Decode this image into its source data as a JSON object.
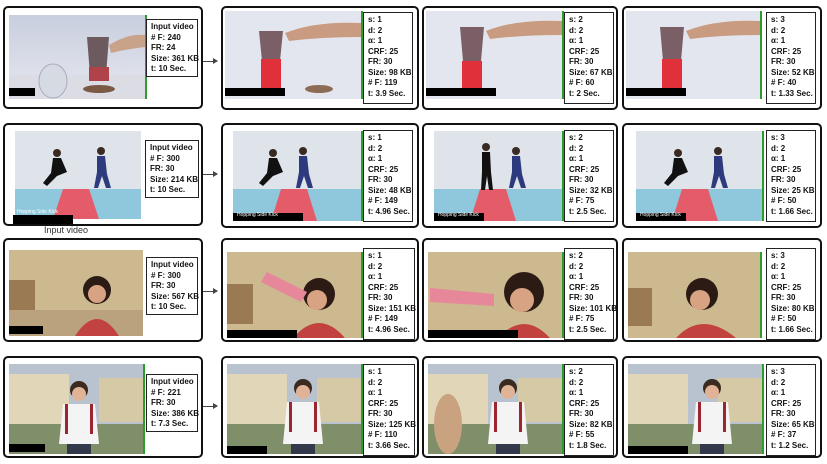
{
  "input_caption": "Input video",
  "rows": [
    {
      "scene": "teapot",
      "input": [
        "Input video",
        "# F: 240",
        "FR: 24",
        "Size: 361 KB",
        "t: 10 Sec."
      ],
      "outputs": [
        [
          "s: 1",
          "d: 2",
          "α: 1",
          "CRF: 25",
          "FR: 30",
          "Size: 98 KB",
          "# F: 119",
          "t: 3.9 Sec."
        ],
        [
          "s: 2",
          "d: 2",
          "α: 1",
          "CRF: 25",
          "FR: 30",
          "Size: 67 KB",
          "# F: 60",
          "t: 2 Sec."
        ],
        [
          "s: 3",
          "d: 2",
          "α: 1",
          "CRF: 25",
          "FR: 30",
          "Size: 52 KB",
          "# F: 40",
          "t: 1.33 Sec."
        ]
      ]
    },
    {
      "scene": "karate",
      "caption": "Hopping Side Kick",
      "input": [
        "Input video",
        "# F: 300",
        "FR: 30",
        "Size: 214 KB",
        "t: 10 Sec."
      ],
      "outputs": [
        [
          "s: 1",
          "d: 2",
          "α: 1",
          "CRF: 25",
          "FR: 30",
          "Size: 48 KB",
          "# F: 149",
          "t: 4.96 Sec."
        ],
        [
          "s: 2",
          "d: 2",
          "α: 1",
          "CRF: 25",
          "FR: 30",
          "Size: 32 KB",
          "# F: 75",
          "t: 2.5 Sec."
        ],
        [
          "s: 3",
          "d: 2",
          "α: 1",
          "CRF: 25",
          "FR: 30",
          "Size: 25 KB",
          "# F: 50",
          "t: 1.66 Sec."
        ]
      ]
    },
    {
      "scene": "girl",
      "input": [
        "Input video",
        "# F: 300",
        "FR: 30",
        "Size: 567 KB",
        "t: 10 Sec."
      ],
      "outputs": [
        [
          "s: 1",
          "d: 2",
          "α: 1",
          "CRF: 25",
          "FR: 30",
          "Size: 151 KB",
          "# F: 149",
          "t: 4.96 Sec."
        ],
        [
          "s: 2",
          "d: 2",
          "α: 1",
          "CRF: 25",
          "FR: 30",
          "Size: 101 KB",
          "# F: 75",
          "t: 2.5 Sec."
        ],
        [
          "s: 3",
          "d: 2",
          "α: 1",
          "CRF: 25",
          "FR: 30",
          "Size: 80 KB",
          "# F: 50",
          "t: 1.66 Sec."
        ]
      ]
    },
    {
      "scene": "boy",
      "input": [
        "Input video",
        "# F: 221",
        "FR: 30",
        "Size: 386 KB",
        "t: 7.3 Sec."
      ],
      "outputs": [
        [
          "s: 1",
          "d: 2",
          "α: 1",
          "CRF: 25",
          "FR: 30",
          "Size: 125 KB",
          "# F: 110",
          "t: 3.66 Sec."
        ],
        [
          "s: 2",
          "d: 2",
          "α: 1",
          "CRF: 25",
          "FR: 30",
          "Size: 82 KB",
          "# F: 55",
          "t: 1.8 Sec."
        ],
        [
          "s: 3",
          "d: 2",
          "α: 1",
          "CRF: 25",
          "FR: 30",
          "Size: 65 KB",
          "# F: 37",
          "t: 1.2 Sec."
        ]
      ]
    }
  ]
}
